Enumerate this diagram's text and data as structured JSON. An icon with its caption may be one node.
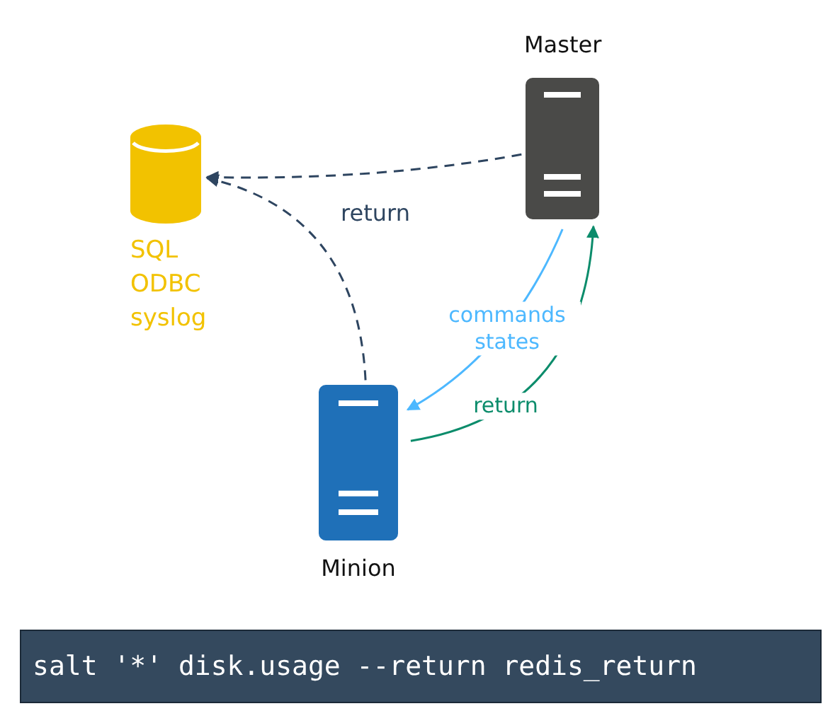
{
  "diagram": {
    "nodes": [
      {
        "text": [
          "Master"
        ]
      },
      {
        "text": [],
        "shape": "cylinder",
        "beside": [
          "SQL",
          "ODBC",
          "syslog"
        ]
      },
      {
        "text": [
          "Minion"
        ]
      }
    ],
    "edges": [
      {
        "from": 0,
        "to": 1,
        "arrow": "to",
        "style": "dashed",
        "label": "return"
      },
      {
        "from": 2,
        "to": 1,
        "arrow": "to",
        "style": "dashed"
      },
      {
        "from": 0,
        "to": 2,
        "arrow": "to",
        "color": "#4db8ff",
        "label": "commands states"
      },
      {
        "from": 2,
        "to": 0,
        "arrow": "to",
        "color": "#0b8c6b",
        "label": "return"
      }
    ],
    "labels": [
      "salt '*' disk.usage --return redis_return"
    ]
  }
}
